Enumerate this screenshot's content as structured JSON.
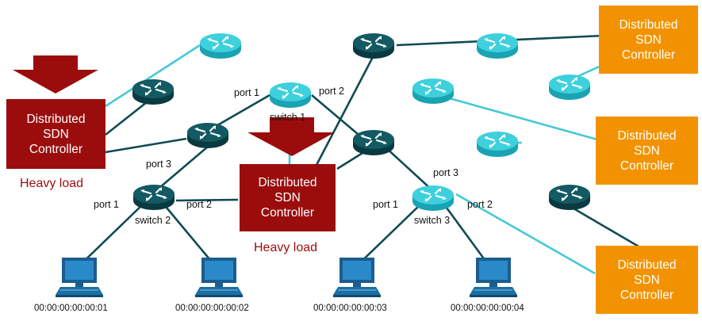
{
  "colors": {
    "dark_router": "#0f4a52",
    "light_router": "#2ec3d3",
    "dark_link": "#0f4a52",
    "light_link": "#46c9d6",
    "red_controller": "#9b0d0d",
    "orange_controller": "#f39200",
    "arrow": "#9b0d0d"
  },
  "controllers": {
    "left": "Distributed\nSDN\nController",
    "center": "Distributed\nSDN\nController",
    "right_top": "Distributed\nSDN\nController",
    "right_mid": "Distributed\nSDN\nController",
    "right_bottom": "Distributed\nSDN\nController"
  },
  "load_labels": {
    "left": "Heavy load",
    "center": "Heavy load"
  },
  "switch_labels": {
    "switch1": "switch 1",
    "switch2": "switch 2",
    "switch3": "switch 3"
  },
  "port_labels": {
    "s1_port1": "port 1",
    "s1_port2": "port 2",
    "s2_port3": "port 3",
    "s2_port1": "port 1",
    "s2_port2": "port 2",
    "s3_port3": "port 3",
    "s3_port1": "port 1",
    "s3_port2": "port 2"
  },
  "hosts": [
    {
      "mac": "00:00:00:00:00:01"
    },
    {
      "mac": "00:00:00:00:00:02"
    },
    {
      "mac": "00:00:00:00:00:03"
    },
    {
      "mac": "00:00:00:00:00:04"
    }
  ],
  "icons": {
    "router": "router-icon",
    "host": "computer-icon",
    "arrow": "down-arrow-icon"
  }
}
